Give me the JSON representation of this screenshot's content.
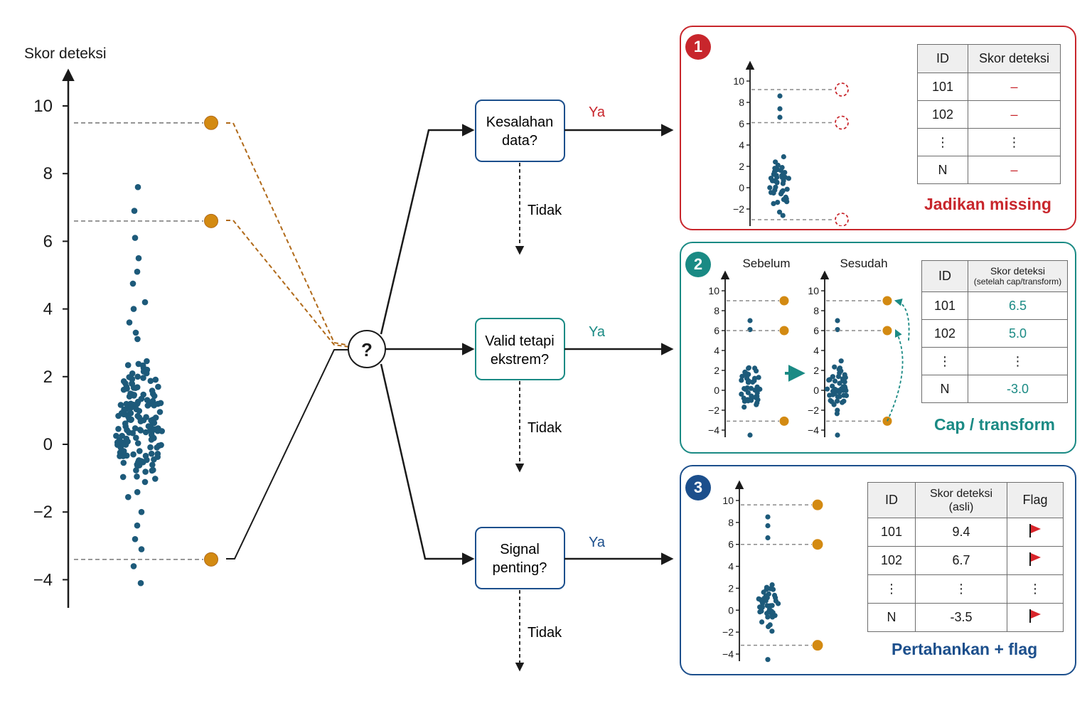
{
  "main_axis": {
    "label": "Skor deteksi",
    "ticks": [
      "10",
      "8",
      "6",
      "4",
      "2",
      "0",
      "−2",
      "−4"
    ]
  },
  "decision": {
    "symbol": "?",
    "questions": [
      {
        "label_line1": "Kesalahan",
        "label_line2": "data?",
        "yes": "Ya",
        "no": "Tidak",
        "color": "#c8262c"
      },
      {
        "label_line1": "Valid tetapi",
        "label_line2": "ekstrem?",
        "yes": "Ya",
        "no": "Tidak",
        "color": "#1a8a84"
      },
      {
        "label_line1": "Signal",
        "label_line2": "penting?",
        "yes": "Ya",
        "no": "Tidak",
        "color": "#1c4f8c"
      }
    ]
  },
  "colors": {
    "dot": "#1d5a7a",
    "outlier": "#d38a12",
    "red": "#c8262c",
    "teal": "#1a8a84",
    "blue": "#1c4f8c"
  },
  "mini_ticks": [
    "10",
    "8",
    "6",
    "4",
    "2",
    "0",
    "−2",
    "−4"
  ],
  "panel1": {
    "number": "1",
    "action": "Jadikan missing",
    "table": {
      "headers": [
        "ID",
        "Skor deteksi"
      ],
      "rows": [
        [
          "101",
          "–"
        ],
        [
          "102",
          "–"
        ],
        [
          "⋮",
          "⋮"
        ],
        [
          "N",
          "–"
        ]
      ]
    }
  },
  "panel2": {
    "number": "2",
    "before_label": "Sebelum",
    "after_label": "Sesudah",
    "action": "Cap / transform",
    "table": {
      "headers": [
        "ID",
        "Skor deteksi",
        "(setelah cap/transform)"
      ],
      "rows": [
        [
          "101",
          "6.5"
        ],
        [
          "102",
          "5.0"
        ],
        [
          "⋮",
          "⋮"
        ],
        [
          "N",
          "-3.0"
        ]
      ]
    }
  },
  "panel3": {
    "number": "3",
    "action": "Pertahankan + flag",
    "table": {
      "headers": [
        "ID",
        "Skor deteksi",
        "(asli)",
        "Flag"
      ],
      "rows": [
        [
          "101",
          "9.4",
          "flag"
        ],
        [
          "102",
          "6.7",
          "flag"
        ],
        [
          "⋮",
          "⋮",
          "⋮"
        ],
        [
          "N",
          "-3.5",
          "flag"
        ]
      ]
    }
  }
}
